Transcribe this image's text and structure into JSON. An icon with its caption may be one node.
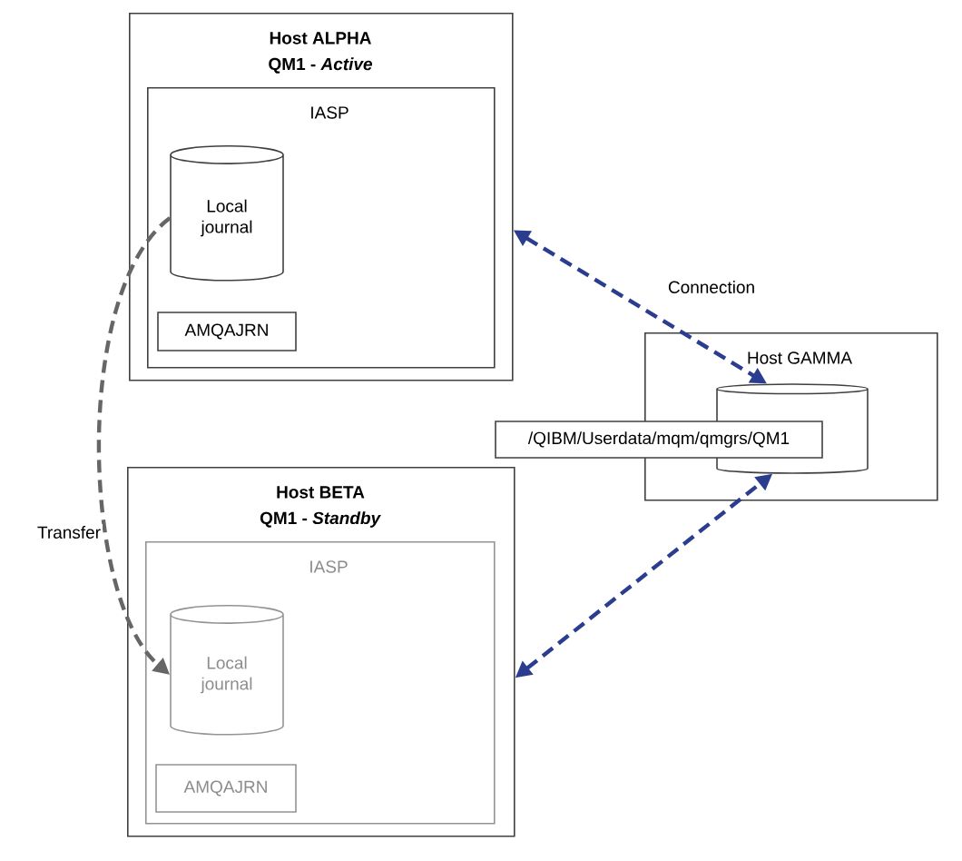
{
  "diagram": {
    "nodes": [
      {
        "text": [
          "Host ALPHA",
          "QM1 - *Active*"
        ]
      },
      {
        "text": [
          "IASP"
        ],
        "in": 0
      },
      {
        "text": [
          "Local journal"
        ],
        "in": 1
      },
      {
        "text": [
          "AMQAJRN"
        ],
        "in": 1
      },
      {
        "text": [
          "Host BETA",
          "QM1 - *Standby*"
        ]
      },
      {
        "text": [
          "IASP"
        ],
        "in": 4
      },
      {
        "text": [
          "Local journal"
        ],
        "in": 5
      },
      {
        "text": [
          "AMQAJRN"
        ],
        "in": 5
      },
      {
        "text": [
          "Host GAMMA"
        ]
      },
      {
        "text": [],
        "shape": "cylinder",
        "in": 8
      },
      {
        "text": [
          "/QIBM/Userdata/mqm/qmgrs/QM1"
        ]
      }
    ],
    "edges": [
      {
        "from": 2,
        "to": 6,
        "arrow": "to",
        "label": "Transfer",
        "style": "dashed",
        "color": "#666666"
      },
      {
        "from": 0,
        "to": 9,
        "arrow": "both",
        "label": "Connection",
        "style": "dashed"
      },
      {
        "from": 4,
        "to": 9,
        "arrow": "both",
        "style": "dashed"
      }
    ]
  }
}
